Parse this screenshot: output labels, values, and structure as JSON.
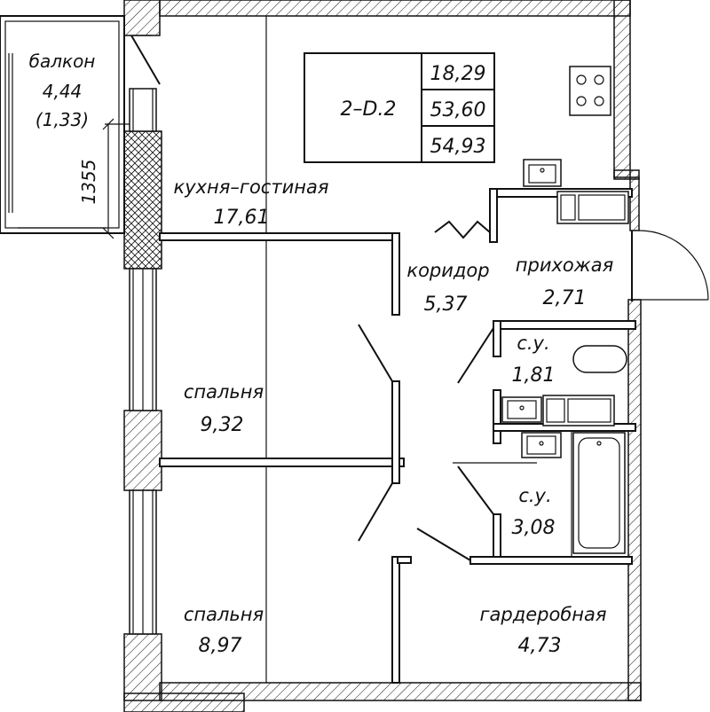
{
  "plan": {
    "code": "2–D.2",
    "areas": [
      "18,29",
      "53,60",
      "54,93"
    ],
    "dimension": "1355",
    "rooms": [
      {
        "key": "balcony",
        "name": "балкон",
        "area": "4,44",
        "extra": "(1,33)"
      },
      {
        "key": "kitchen",
        "name": "кухня–гостиная",
        "area": "17,61"
      },
      {
        "key": "corridor",
        "name": "коридор",
        "area": "5,37"
      },
      {
        "key": "hall",
        "name": "прихожая",
        "area": "2,71"
      },
      {
        "key": "wc1",
        "name": "с.у.",
        "area": "1,81"
      },
      {
        "key": "bedroom1",
        "name": "спальня",
        "area": "9,32"
      },
      {
        "key": "wc2",
        "name": "с.у.",
        "area": "3,08"
      },
      {
        "key": "bedroom2",
        "name": "спальня",
        "area": "8,97"
      },
      {
        "key": "wardrobe",
        "name": "гардеробная",
        "area": "4,73"
      }
    ]
  }
}
